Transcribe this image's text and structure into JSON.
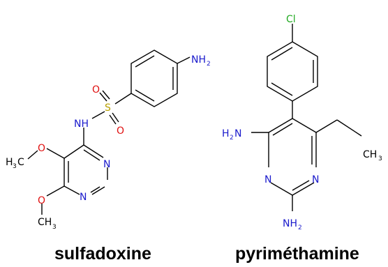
{
  "captions": {
    "left": "sulfadoxine",
    "right": "pyriméthamine"
  },
  "molecule_left": {
    "atoms": {
      "nh2": "NH",
      "nh2_sub": "2",
      "s": "S",
      "o_top": "O",
      "o_bottom": "O",
      "nh": "NH",
      "o_methoxy_top": "O",
      "o_methoxy_bottom": "O",
      "h3c": "H",
      "h3c_sub": "3",
      "h3c_c": "C",
      "ch3": "CH",
      "ch3_sub": "3",
      "n_ring_top": "N",
      "n_ring_bottom": "N"
    }
  },
  "molecule_right": {
    "atoms": {
      "cl": "Cl",
      "h2n": "H",
      "h2n_sub": "2",
      "h2n_n": "N",
      "ch3": "CH",
      "ch3_sub": "3",
      "n_left": "N",
      "n_right": "N",
      "nh2": "NH",
      "nh2_sub": "2"
    }
  },
  "colors": {
    "bond": "#000000",
    "nitrogen": "#1a1acc",
    "oxygen": "#e01010",
    "sulfur": "#b8a000",
    "chlorine": "#22aa22"
  }
}
